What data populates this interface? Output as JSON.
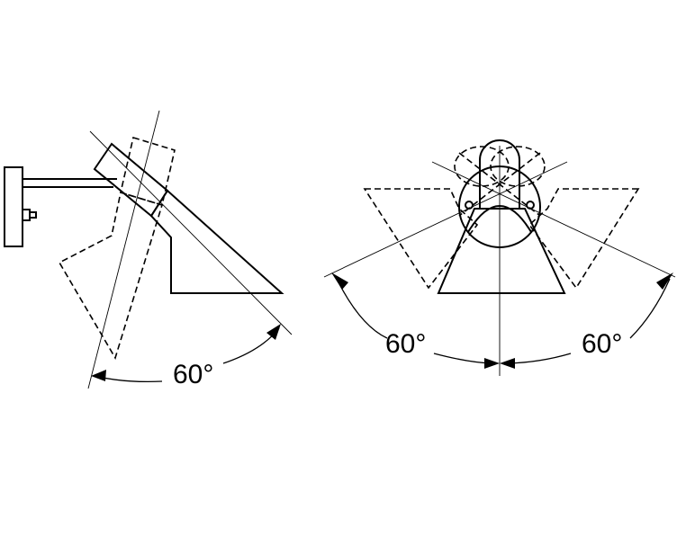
{
  "side_view": {
    "angle_label": "60°"
  },
  "front_view": {
    "angle_label_left": "60°",
    "angle_label_right": "60°"
  }
}
